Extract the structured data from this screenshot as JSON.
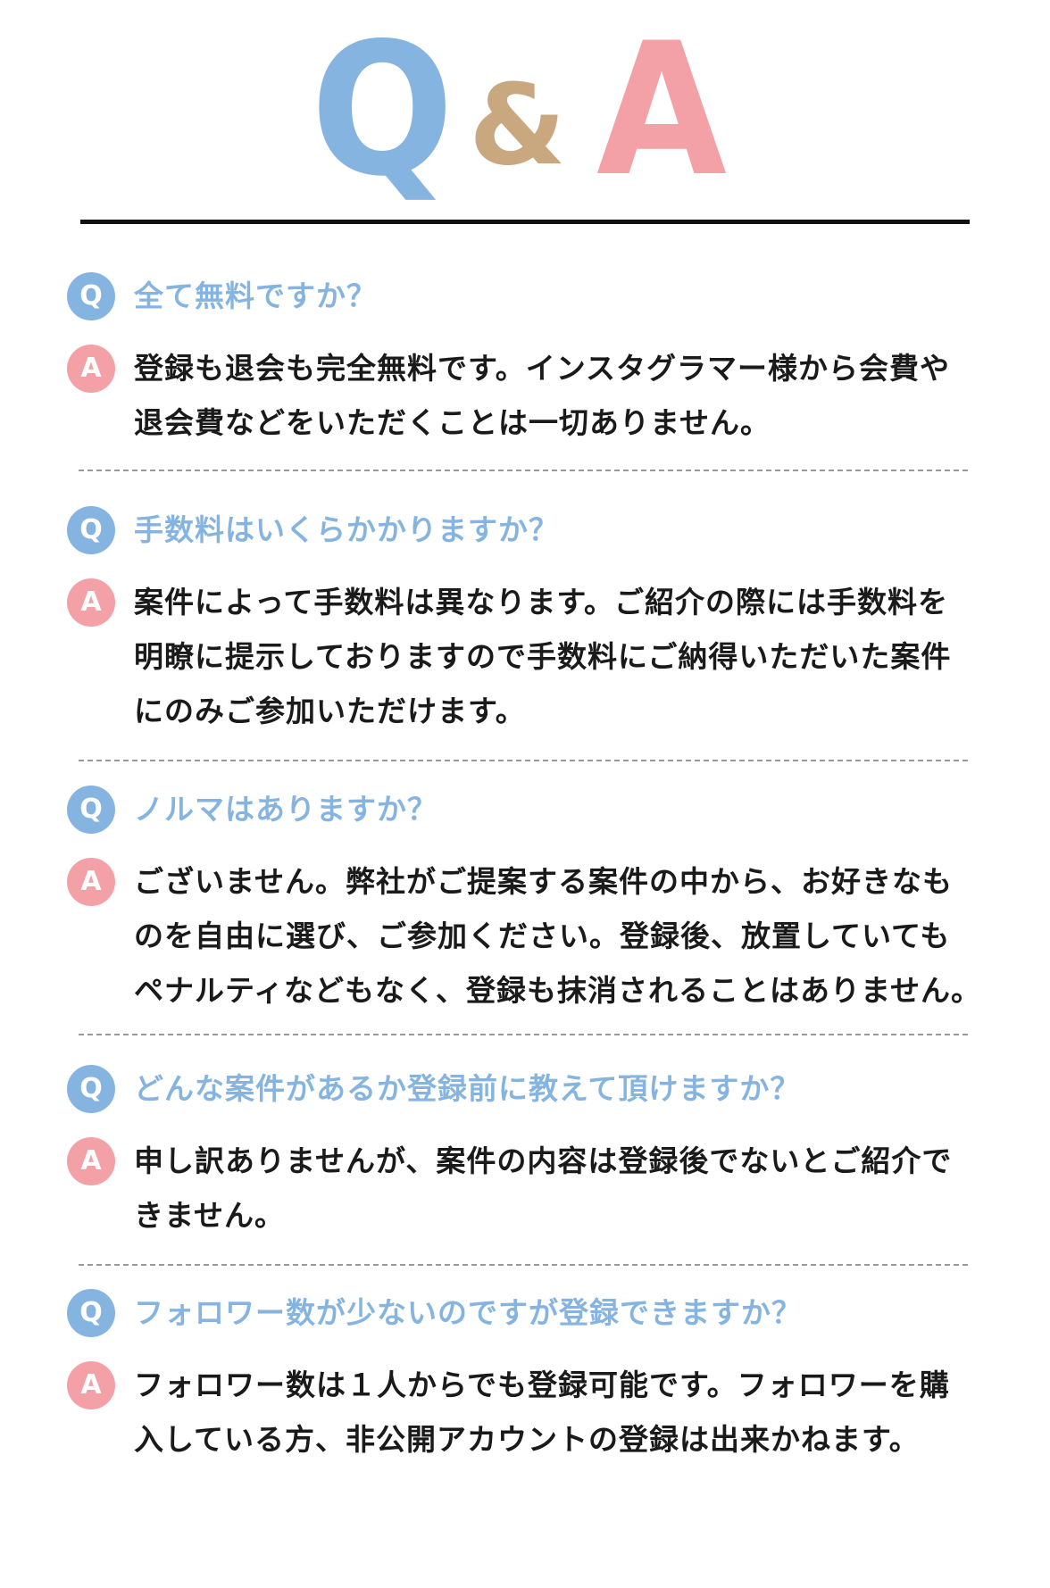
{
  "header": {
    "q": "Q",
    "amp": "&",
    "a": "A"
  },
  "badges": {
    "q": "Q",
    "a": "A"
  },
  "colors": {
    "question": "#86b4e0",
    "answer_badge": "#f4a0a7",
    "ampersand": "#c9a77f",
    "text": "#1a1a1a"
  },
  "items": [
    {
      "question": "全て無料ですか？",
      "answer_lines": [
        "登録も退会も完全無料です。インスタグラマー様から会費や",
        "退会費などをいただくことは一切ありません。"
      ]
    },
    {
      "question": "手数料はいくらかかりますか？",
      "answer_lines": [
        "案件によって手数料は異なります。ご紹介の際には手数料を",
        "明瞭に提示しておりますので手数料にご納得いただいた案件",
        "にのみご参加いただけます。"
      ]
    },
    {
      "question": "ノルマはありますか？",
      "answer_lines": [
        "ございません。弊社がご提案する案件の中から、お好きなも",
        "のを自由に選び、ご参加ください。登録後、放置していても",
        "ペナルティなどもなく、登録も抹消されることはありません。"
      ]
    },
    {
      "question": "どんな案件があるか登録前に教えて頂けますか？",
      "answer_lines": [
        "申し訳ありませんが、案件の内容は登録後でないとご紹介で",
        "きません。"
      ]
    },
    {
      "question": "フォロワー数が少ないのですが登録できますか？",
      "answer_lines": [
        "フォロワー数は１人からでも登録可能です。フォロワーを購",
        "入している方、非公開アカウントの登録は出来かねます。"
      ]
    }
  ]
}
